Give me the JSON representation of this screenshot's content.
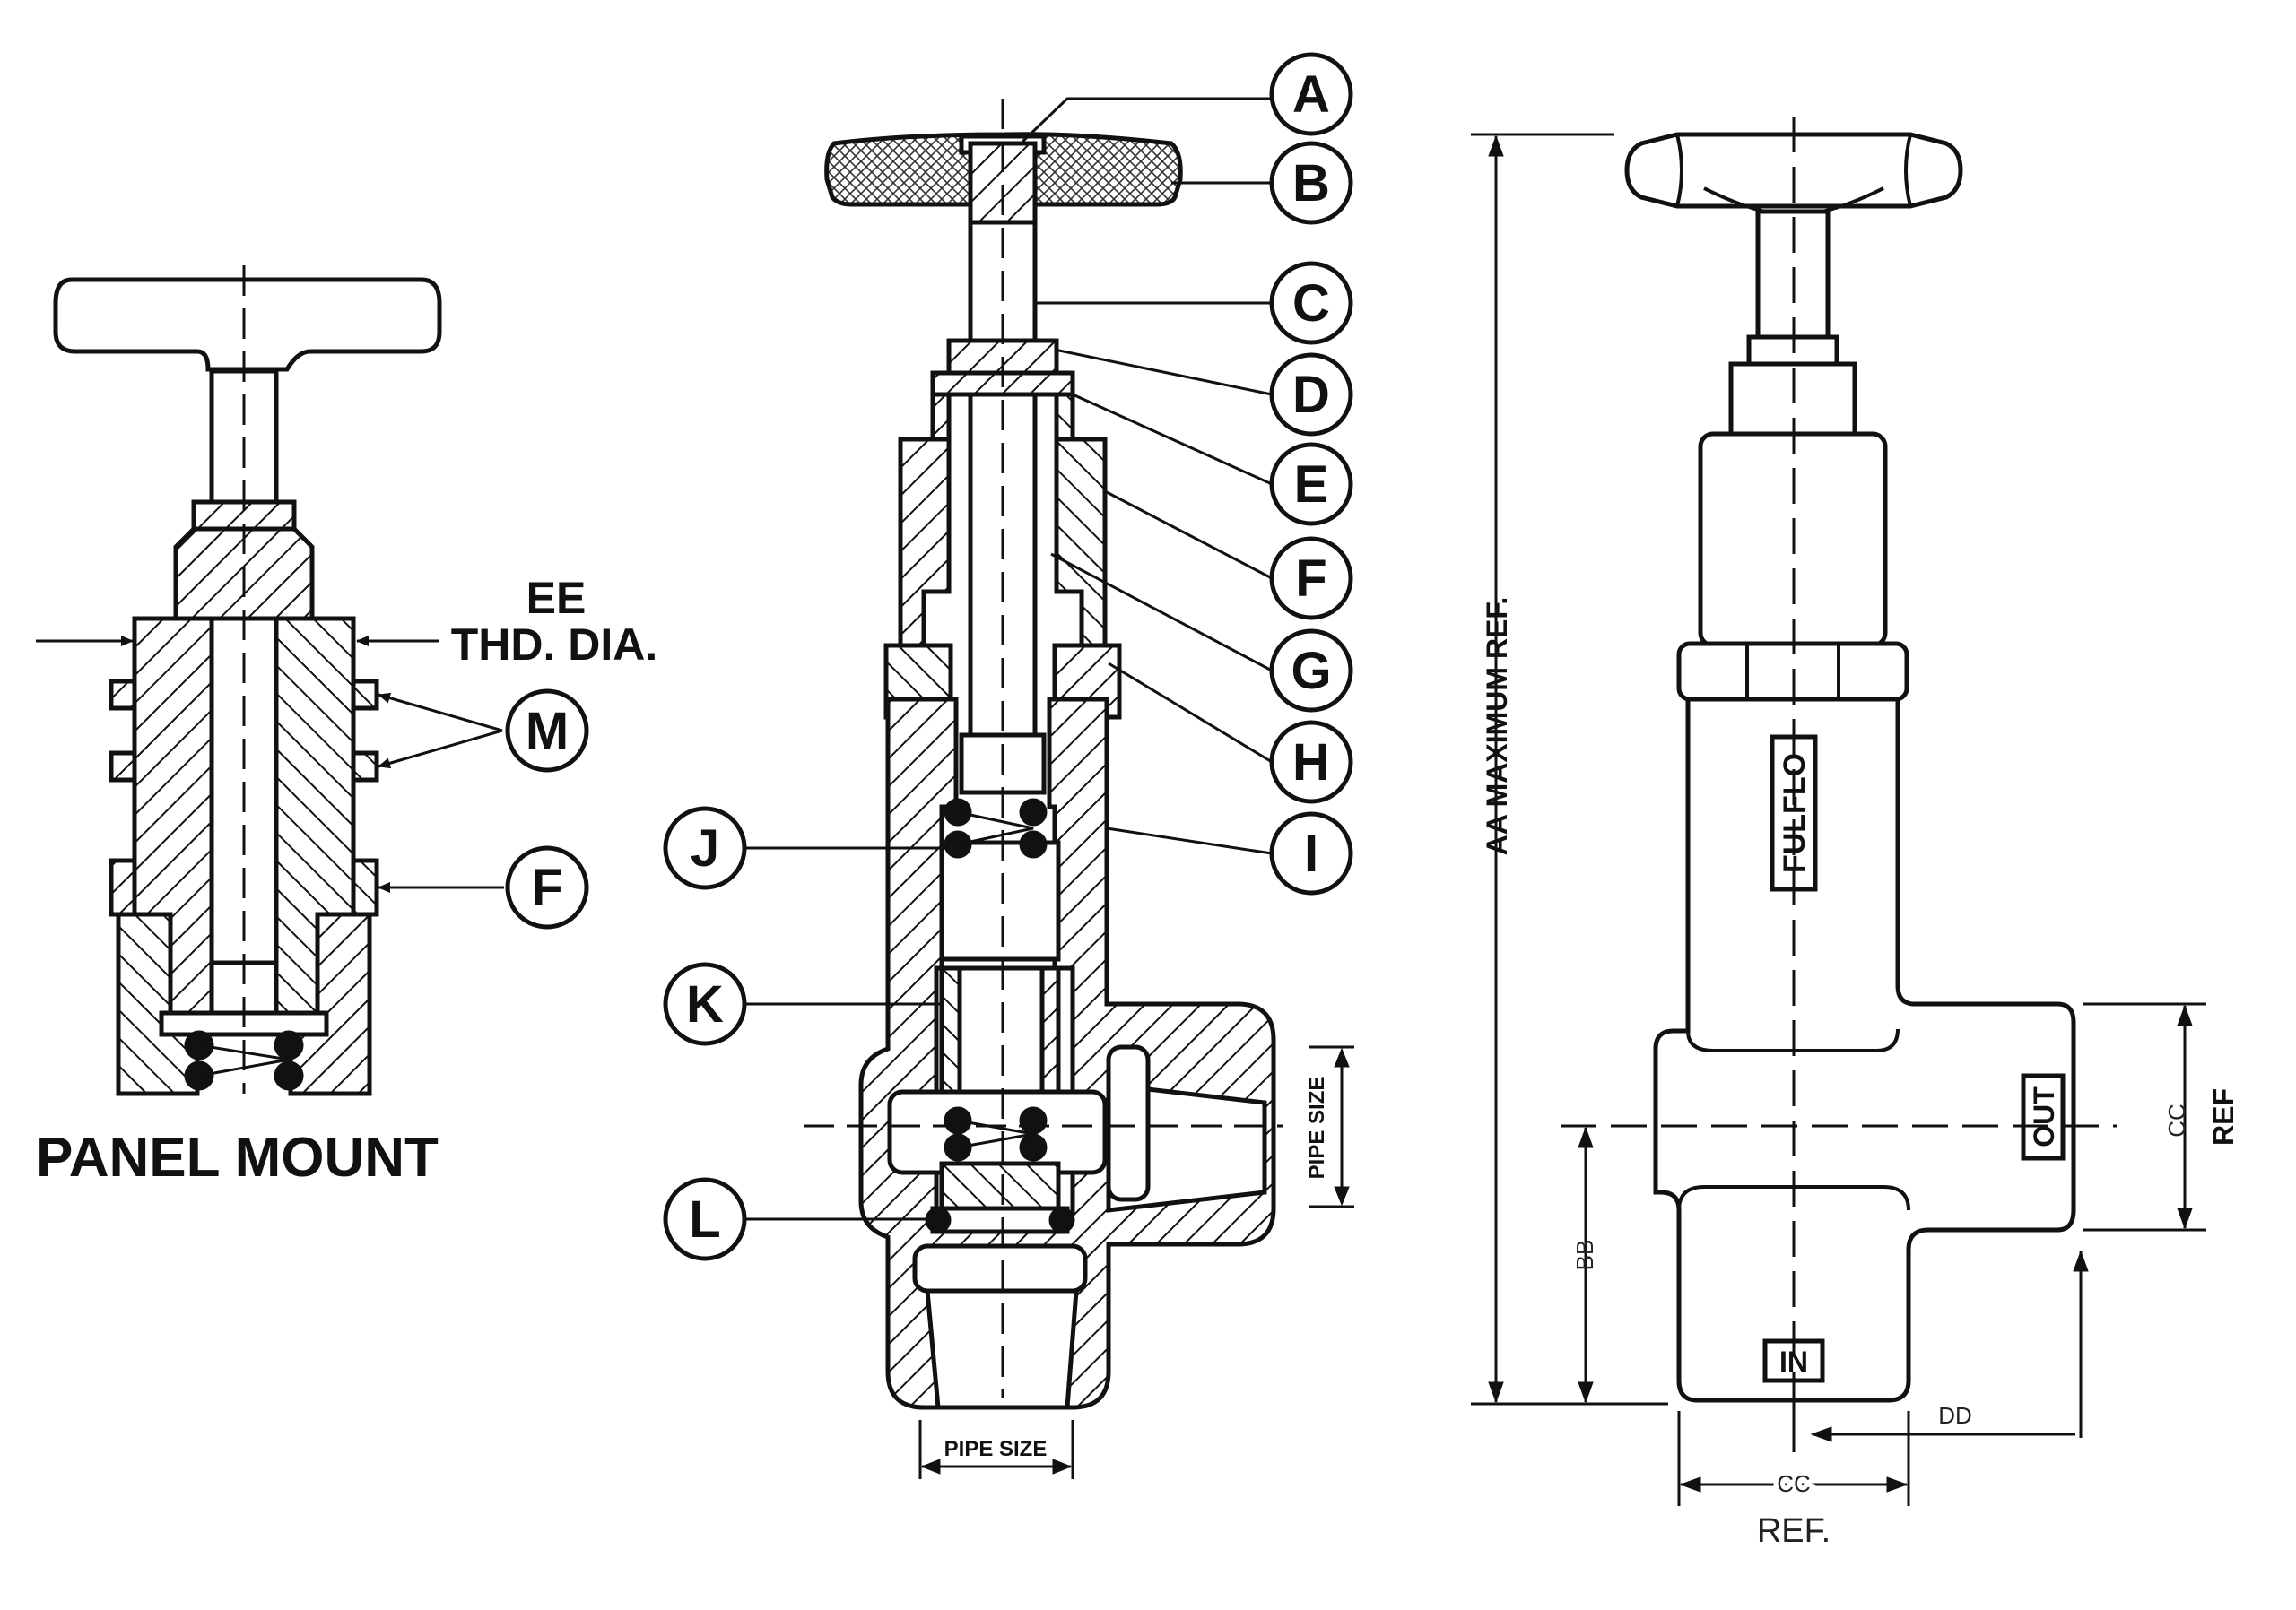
{
  "callouts": {
    "a": "A",
    "b": "B",
    "c": "C",
    "d": "D",
    "e": "E",
    "f": "F",
    "g": "G",
    "h": "H",
    "i": "I",
    "j": "J",
    "k": "K",
    "l": "L",
    "m": "M",
    "f_panel": "F"
  },
  "panel": {
    "title": "PANEL MOUNT",
    "ee": "EE",
    "thd_dia": "THD. DIA."
  },
  "section": {
    "pipe_size_side": "PIPE SIZE",
    "pipe_size_bottom": "PIPE SIZE"
  },
  "outline": {
    "aa": "AA MAXIMUM REF.",
    "brand": "FULFLO",
    "out": "OUT",
    "in": "IN",
    "cc_right": "CC",
    "ref_right": "REF",
    "bb": "BB",
    "dd": "DD",
    "cc_bottom": "CC",
    "ref_bottom": "REF."
  }
}
